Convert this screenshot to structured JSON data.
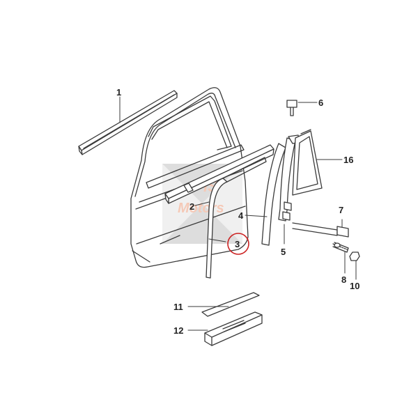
{
  "diagram": {
    "watermark": {
      "line1": "iS",
      "line2": "Motors"
    },
    "callouts": [
      {
        "id": "1",
        "label": "1"
      },
      {
        "id": "2",
        "label": "2"
      },
      {
        "id": "3",
        "label": "3"
      },
      {
        "id": "4",
        "label": "4"
      },
      {
        "id": "5",
        "label": "5"
      },
      {
        "id": "6",
        "label": "6"
      },
      {
        "id": "7",
        "label": "7"
      },
      {
        "id": "8",
        "label": "8"
      },
      {
        "id": "10",
        "label": "10"
      },
      {
        "id": "11",
        "label": "11"
      },
      {
        "id": "12",
        "label": "12"
      },
      {
        "id": "16",
        "label": "16"
      }
    ],
    "highlighted": "3",
    "colors": {
      "line": "#3a3a3a",
      "highlight": "#cc2222",
      "watermark_grey": "#cccccc",
      "watermark_accent": "#f2b8a0"
    }
  }
}
